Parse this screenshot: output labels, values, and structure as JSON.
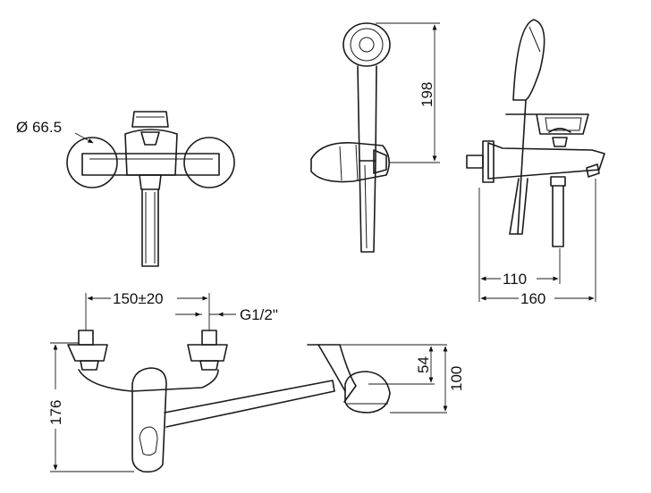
{
  "dimensions": {
    "diameter": "Ø 66.5",
    "handshower_height": "198",
    "depth_110": "110",
    "depth_160": "160",
    "centers": "150±20",
    "thread": "G1/2\"",
    "height_176": "176",
    "height_54": "54",
    "height_100": "100"
  }
}
